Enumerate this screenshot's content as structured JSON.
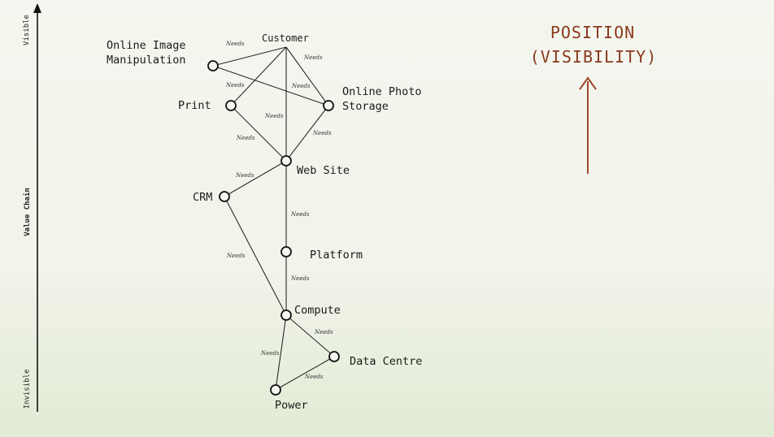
{
  "axis": {
    "title": "Value Chain",
    "top_label": "Visible",
    "bottom_label": "Invisible"
  },
  "nodes": [
    {
      "id": "customer",
      "label": "Customer",
      "marker": false
    },
    {
      "id": "online-image-manipulation",
      "label": "Online Image\nManipulation",
      "marker": true
    },
    {
      "id": "online-photo-storage",
      "label": "Online Photo\nStorage",
      "marker": true
    },
    {
      "id": "print",
      "label": "Print",
      "marker": true
    },
    {
      "id": "web-site",
      "label": "Web Site",
      "marker": true
    },
    {
      "id": "crm",
      "label": "CRM",
      "marker": true
    },
    {
      "id": "platform",
      "label": "Platform",
      "marker": true
    },
    {
      "id": "compute",
      "label": "Compute",
      "marker": true
    },
    {
      "id": "data-centre",
      "label": "Data Centre",
      "marker": true
    },
    {
      "id": "power",
      "label": "Power",
      "marker": true
    }
  ],
  "edges": [
    {
      "from": "customer",
      "to": "online-image-manipulation",
      "label": "Needs"
    },
    {
      "from": "customer",
      "to": "print",
      "label": ""
    },
    {
      "from": "customer",
      "to": "web-site",
      "label": ""
    },
    {
      "from": "customer",
      "to": "online-photo-storage",
      "label": "Needs"
    },
    {
      "from": "online-image-manipulation",
      "to": "online-photo-storage",
      "label": "Needs"
    },
    {
      "from": "print",
      "to": "web-site",
      "label": "Needs"
    },
    {
      "from": "online-photo-storage",
      "to": "web-site",
      "label": "Needs"
    },
    {
      "from": "web-site",
      "to": "crm",
      "label": "Needs"
    },
    {
      "from": "web-site",
      "to": "platform",
      "label": "Needs"
    },
    {
      "from": "crm",
      "to": "compute",
      "label": "Needs"
    },
    {
      "from": "platform",
      "to": "compute",
      "label": "Needs"
    },
    {
      "from": "compute",
      "to": "data-centre",
      "label": "Needs"
    },
    {
      "from": "compute",
      "to": "power",
      "label": "Needs"
    },
    {
      "from": "data-centre",
      "to": "power",
      "label": "Needs"
    }
  ],
  "extra_labels": [
    "Needs",
    "Needs"
  ],
  "heading": {
    "line1": "POSITION",
    "line2": "(VISIBILITY)",
    "arrow_color": "#a0482a",
    "color": "#8a3a1e"
  }
}
